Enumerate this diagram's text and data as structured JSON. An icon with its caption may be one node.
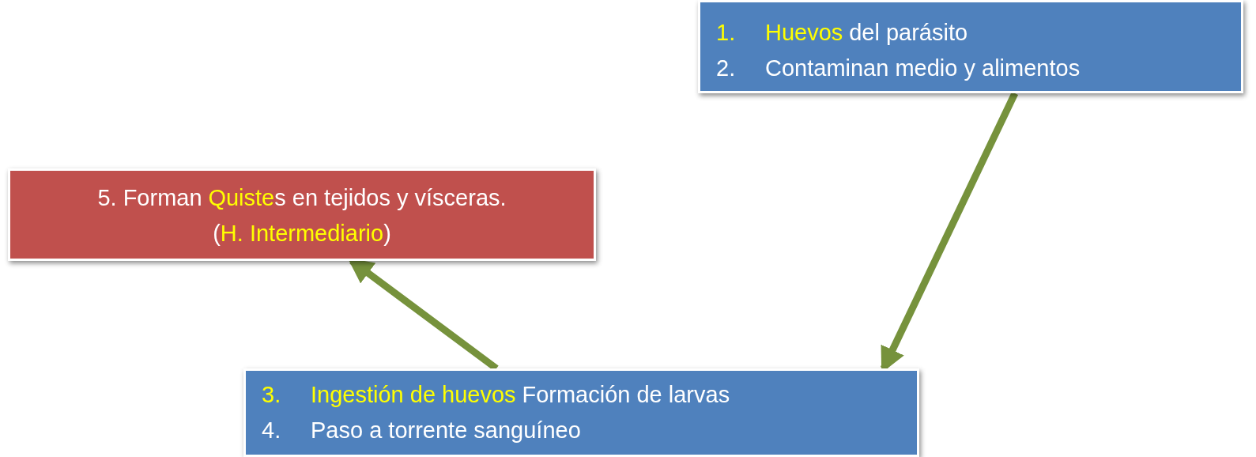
{
  "diagram": {
    "nodes": [
      {
        "text": [
          "1.",
          "Huevos",
          "del parásito",
          "2.",
          "Contaminan medio y alimentos"
        ]
      },
      {
        "text": [
          "5. Forman",
          "Quiste",
          "s en tejidos y vísceras.",
          "(",
          "H. Intermediario",
          ")"
        ]
      },
      {
        "text": [
          "3.",
          "Ingestión de huevos",
          "Formación de larvas",
          "4.",
          "Paso a torrente sanguíneo"
        ]
      }
    ],
    "edges": [
      {
        "from": 0,
        "to": 2,
        "arrow": "to"
      },
      {
        "from": 2,
        "to": 1,
        "arrow": "to"
      }
    ]
  }
}
